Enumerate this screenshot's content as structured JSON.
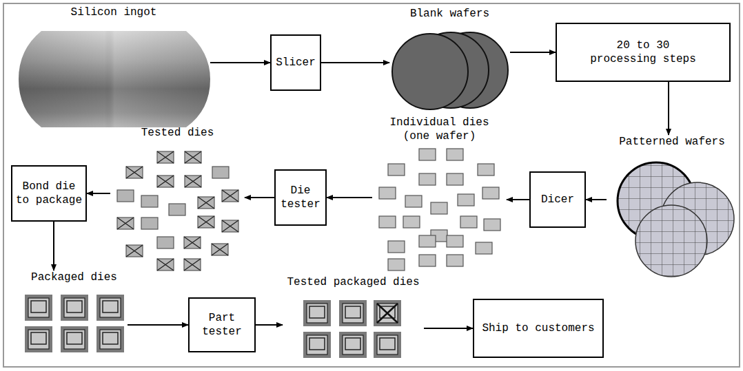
{
  "diagram": {
    "nodes": [
      {
        "text": [
          "Silicon ingot"
        ]
      },
      {
        "text": [
          "Slicer"
        ]
      },
      {
        "text": [
          "Blank wafers"
        ]
      },
      {
        "text": [
          "20 to 30 processing steps"
        ]
      },
      {
        "text": [
          "Patterned wafers"
        ]
      },
      {
        "text": [
          "Dicer"
        ]
      },
      {
        "text": [
          "Individual dies (one wafer)"
        ]
      },
      {
        "text": [
          "Die tester"
        ]
      },
      {
        "text": [
          "Tested dies"
        ]
      },
      {
        "text": [
          "Bond die to package"
        ]
      },
      {
        "text": [
          "Packaged dies"
        ]
      },
      {
        "text": [
          "Part tester"
        ]
      },
      {
        "text": [
          "Tested packaged dies"
        ]
      },
      {
        "text": [
          "Ship to customers"
        ]
      }
    ],
    "edges": [
      {
        "from": 0,
        "to": 1,
        "arrow": "to"
      },
      {
        "from": 1,
        "to": 2,
        "arrow": "to"
      },
      {
        "from": 2,
        "to": 3,
        "arrow": "to"
      },
      {
        "from": 3,
        "to": 4,
        "arrow": "to"
      },
      {
        "from": 4,
        "to": 5,
        "arrow": "to"
      },
      {
        "from": 5,
        "to": 6,
        "arrow": "to"
      },
      {
        "from": 6,
        "to": 7,
        "arrow": "to"
      },
      {
        "from": 7,
        "to": 8,
        "arrow": "to"
      },
      {
        "from": 8,
        "to": 9,
        "arrow": "to"
      },
      {
        "from": 9,
        "to": 10,
        "arrow": "to"
      },
      {
        "from": 10,
        "to": 11,
        "arrow": "to"
      },
      {
        "from": 11,
        "to": 12,
        "arrow": "to"
      },
      {
        "from": 12,
        "to": 13,
        "arrow": "to"
      }
    ]
  }
}
